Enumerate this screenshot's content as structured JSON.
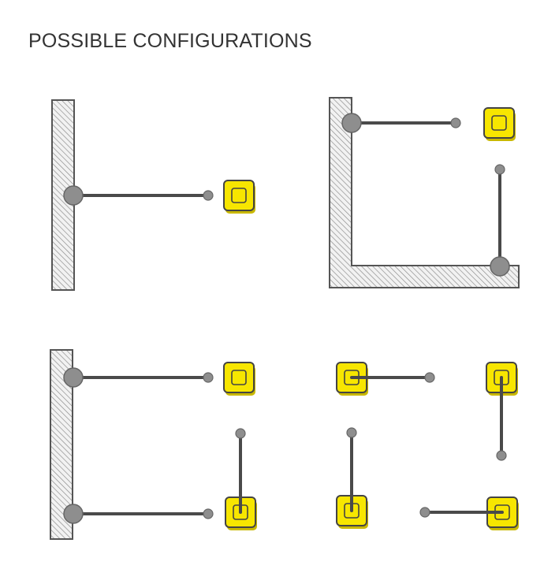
{
  "header": {
    "title": "POSSIBLE CONFIGURATIONS"
  },
  "colors": {
    "block_fill": "#f7e600",
    "arm": "#4a4a4a",
    "pivot": "#8e8e8e",
    "wall_hatch": "#888888"
  },
  "icons": {
    "wall": "hatched-wall-shape",
    "block": "yellow-square-block",
    "arm": "gray-rod-with-pivot"
  }
}
